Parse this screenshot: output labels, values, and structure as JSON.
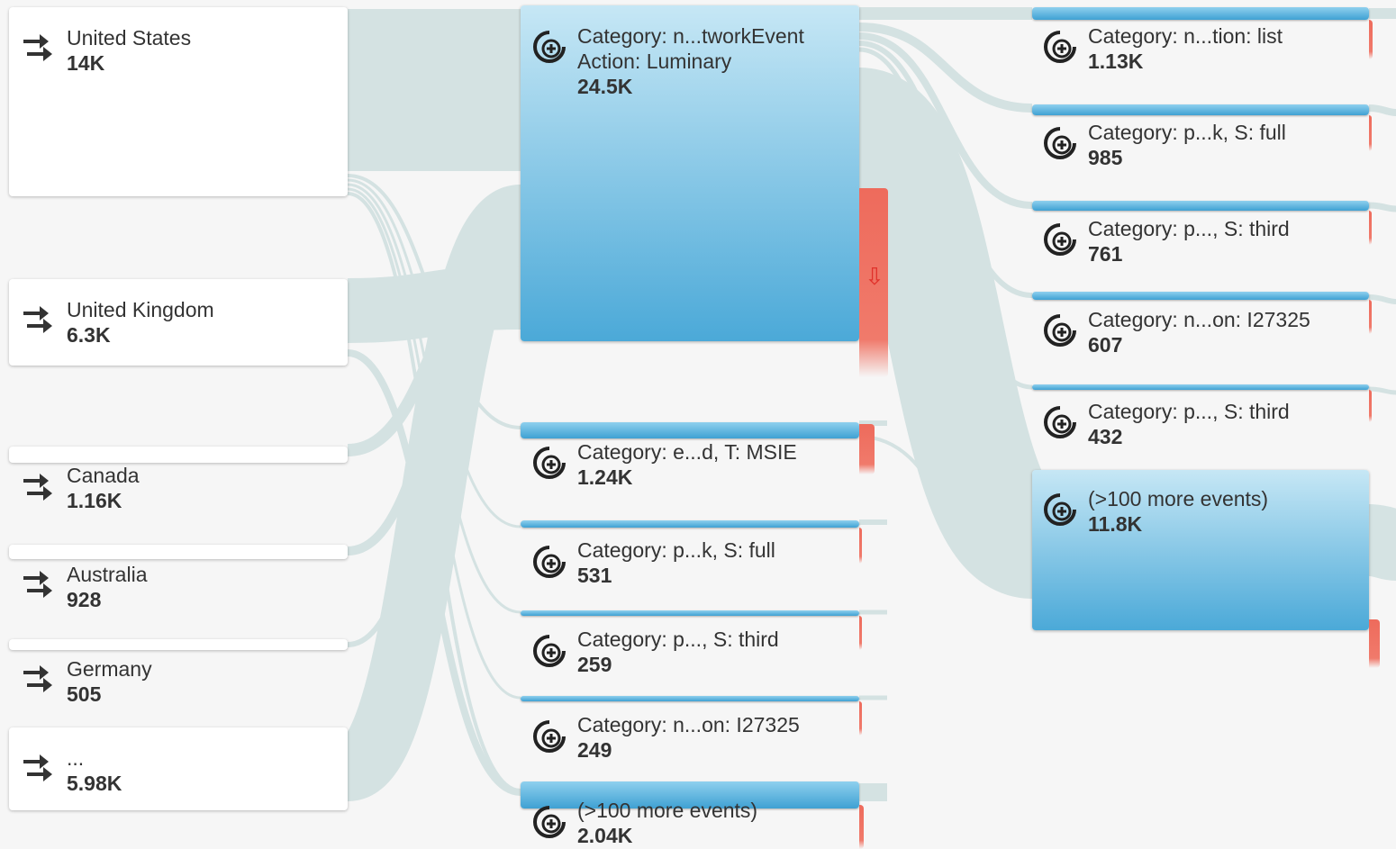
{
  "sources": [
    {
      "name": "United States",
      "count": "14K"
    },
    {
      "name": "United Kingdom",
      "count": "6.3K"
    },
    {
      "name": "Canada",
      "count": "1.16K"
    },
    {
      "name": "Australia",
      "count": "928"
    },
    {
      "name": "Germany",
      "count": "505"
    },
    {
      "name": "...",
      "count": "5.98K"
    }
  ],
  "step1": [
    {
      "name": "Category: n...tworkEvent",
      "name2": "Action: Luminary",
      "count": "24.5K"
    },
    {
      "name": "Category: e...d, T: MSIE",
      "count": "1.24K"
    },
    {
      "name": "Category: p...k, S: full",
      "count": "531"
    },
    {
      "name": "Category: p..., S: third",
      "count": "259"
    },
    {
      "name": "Category: n...on: I27325",
      "count": "249"
    },
    {
      "name": "(>100 more events)",
      "count": "2.04K"
    }
  ],
  "step2": [
    {
      "name": "Category: n...tion: list",
      "count": "1.13K"
    },
    {
      "name": "Category: p...k, S: full",
      "count": "985"
    },
    {
      "name": "Category: p..., S: third",
      "count": "761"
    },
    {
      "name": "Category: n...on: I27325",
      "count": "607"
    },
    {
      "name": "Category: p..., S: third",
      "count": "432"
    },
    {
      "name": "(>100 more events)",
      "count": "11.8K"
    }
  ],
  "icons": {
    "source": "traffic-source-arrows-icon",
    "event": "event-node-icon",
    "drop": "drop-off-arrow-icon"
  },
  "colors": {
    "flow": "#d6e3e3",
    "event_top": "#c6e7f5",
    "event_bottom": "#4ba9d8",
    "drop_off": "#ee6b5c"
  }
}
